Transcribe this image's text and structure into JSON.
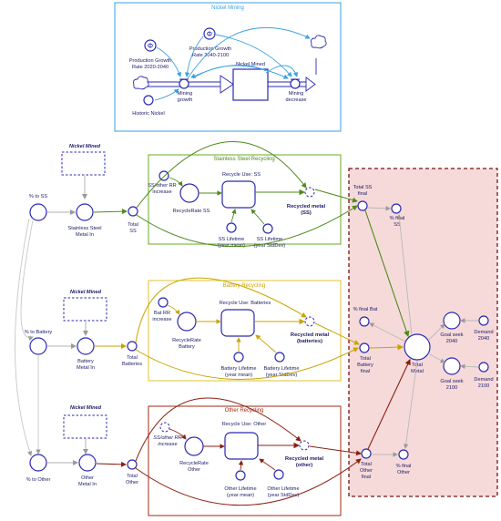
{
  "sections": {
    "nickel_mining": "Nickel Mining",
    "stainless_steel_recycling": "Stainless Steel Recycling",
    "battery_recycling": "Battery Recycling",
    "other_recycling": "Other Recycling"
  },
  "mining": {
    "growth_2020": [
      "Production Growth",
      "Rate 2020-2040"
    ],
    "growth_2040": [
      "Production Growth",
      "Rate 2040-2100"
    ],
    "nickel_mined": "Nickel Mined",
    "historic_nickel": "Historic Nickel",
    "mining_growth": [
      "Mining",
      "growth"
    ],
    "mining_decrease": [
      "Mining",
      "decrease"
    ]
  },
  "ss": {
    "ghost": "Nickel Mined",
    "pct": "% to SS",
    "metal_in": [
      "Stainless Steel",
      "Metal In"
    ],
    "total": [
      "Total",
      "SS"
    ],
    "other_rr": [
      "SS/other RR",
      "increase"
    ],
    "rate": "RecycleRate SS",
    "recycle_use": "Recycle Use: SS",
    "lifetime_mean": [
      "SS Lifetime",
      "(year mean)"
    ],
    "lifetime_sd": [
      "SS Lifetime",
      "(year StdDev)"
    ],
    "recycled": [
      "Recycled metal",
      "(SS)"
    ]
  },
  "battery": {
    "ghost": "Nickel Mined",
    "pct": "% to Battery",
    "metal_in": [
      "Battery",
      "Metal In"
    ],
    "total": [
      "Total",
      "Batteries"
    ],
    "rr": [
      "Bat RR",
      "increase"
    ],
    "rate": [
      "RecycleRate",
      "Battery"
    ],
    "recycle_use": "Recycle Use: Batteries",
    "lifetime_mean": [
      "Battery Lifetime",
      "(year mean)"
    ],
    "lifetime_sd": [
      "Battery Lifetime",
      "(year StdDev)"
    ],
    "recycled": [
      "Recycled metal",
      "(batteries)"
    ]
  },
  "other": {
    "ghost": "Nickel Mined",
    "pct": "% to Other",
    "metal_in": [
      "Other",
      "Metal In"
    ],
    "total": [
      "Total",
      "Other"
    ],
    "rr": [
      "SS/other RR",
      "increase"
    ],
    "rate": [
      "RecycleRate",
      "Other"
    ],
    "recycle_use": "Recycle Use: Other",
    "lifetime_mean": [
      "Other Lifetime",
      "(year mean)"
    ],
    "lifetime_sd": [
      "Other Lifetime",
      "(year StdDev)"
    ],
    "recycled": [
      "Recycled metal",
      "(other)"
    ]
  },
  "totals": {
    "total_ss_final": [
      "Total SS",
      "final"
    ],
    "pct_final_ss": [
      "% final",
      "SS"
    ],
    "pct_final_bat": "% final Bat",
    "total_battery_final": [
      "Total",
      "Battery",
      "final"
    ],
    "total_metal": [
      "Total",
      "Metal"
    ],
    "goal_2040": [
      "Goal seek",
      "2040"
    ],
    "demand_2040": [
      "Demand",
      "2040"
    ],
    "goal_2100": [
      "Goal seek",
      "2100"
    ],
    "demand_2100": [
      "Demand",
      "2100"
    ],
    "total_other_final": [
      "Total",
      "Other",
      "final"
    ],
    "pct_final_other": [
      "% final",
      "Other"
    ]
  },
  "colors": {
    "mining": "#3aa0e0",
    "ss": "#6aaa22",
    "battery": "#d8b400",
    "other": "#a02a10",
    "final_fill": "#f6dada",
    "final_border": "#7a1010",
    "node": "#2a2ab0",
    "gray": "#b0b0b0"
  }
}
